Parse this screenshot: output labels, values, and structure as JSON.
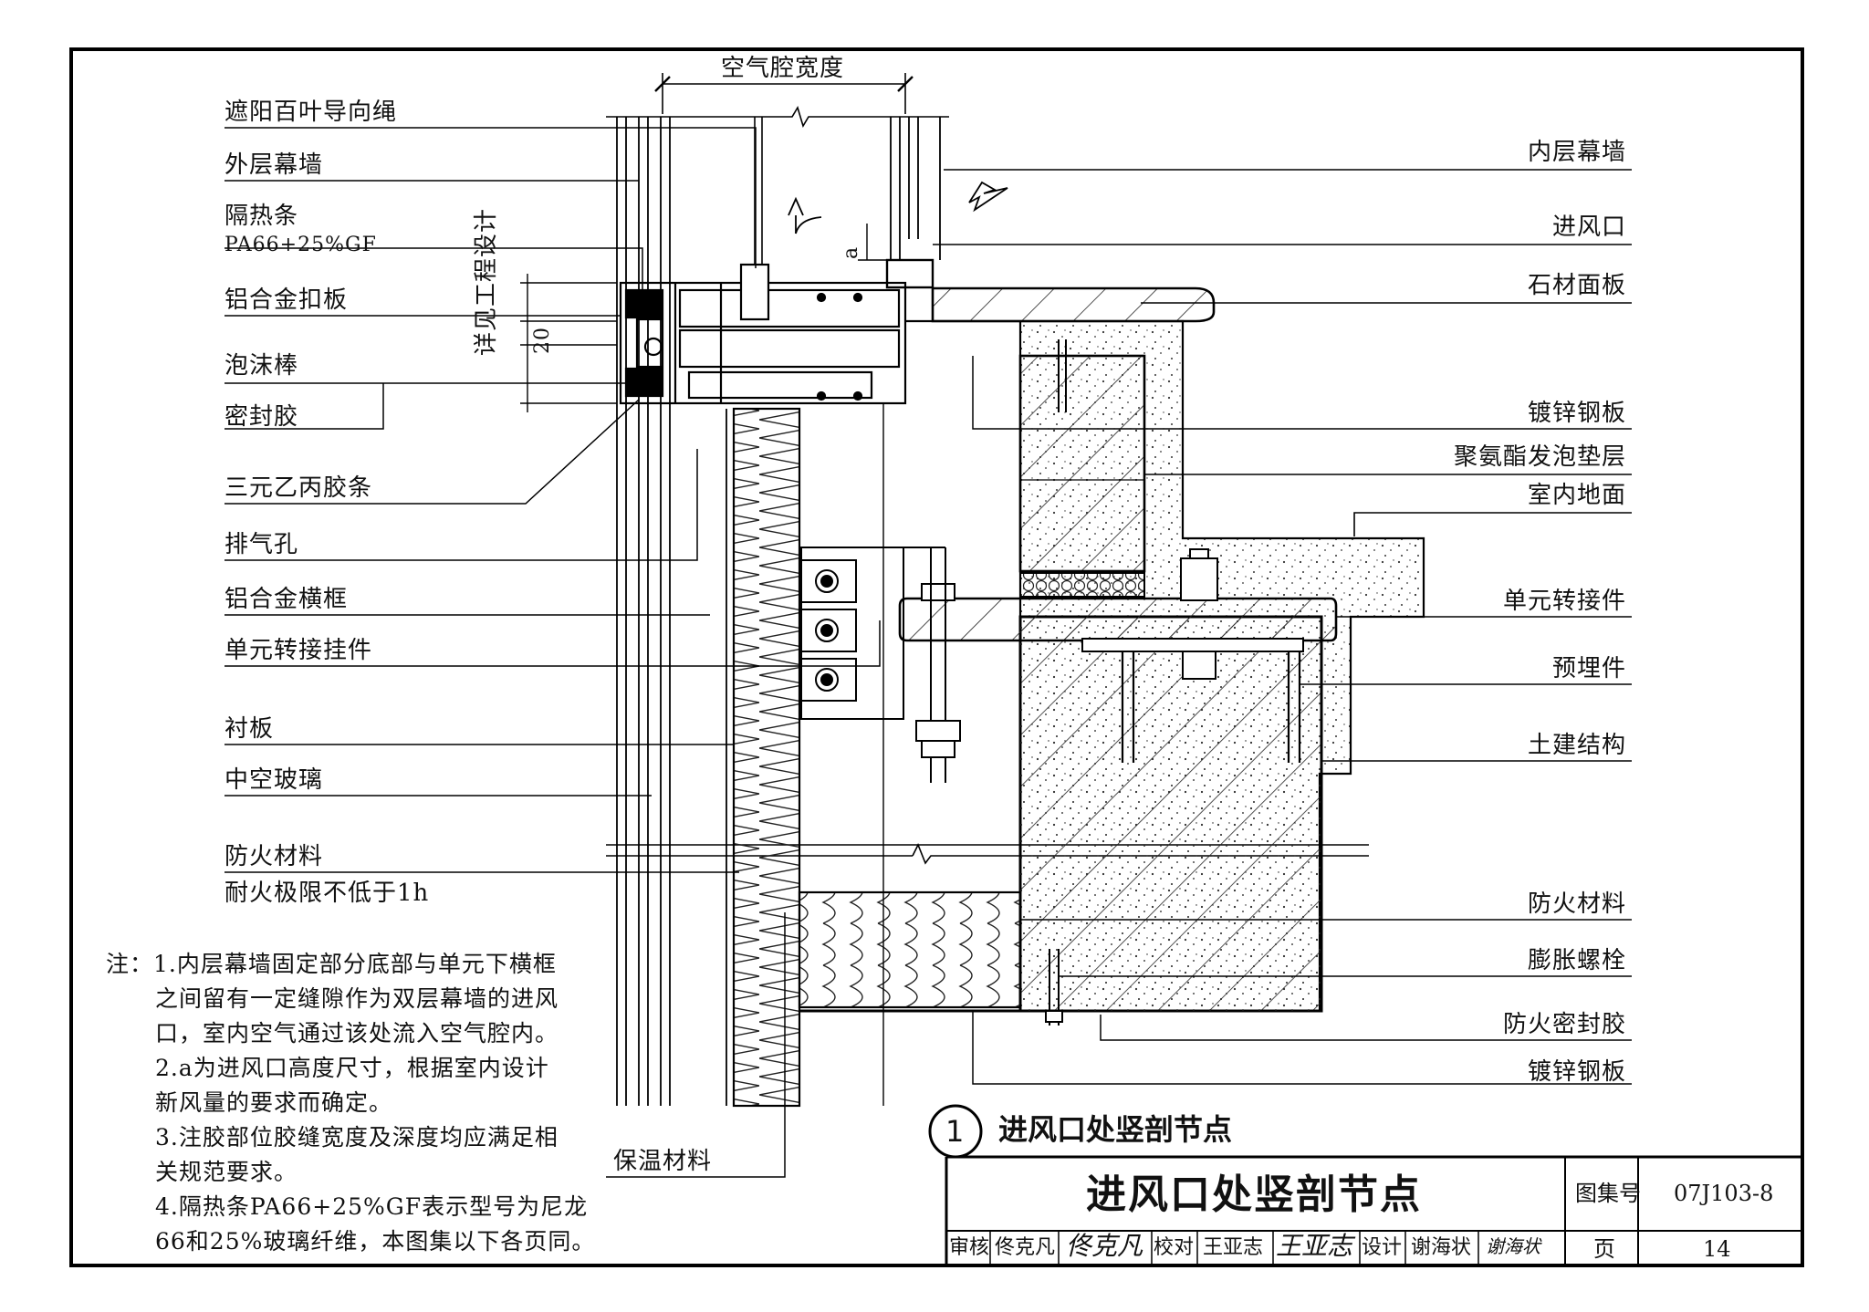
{
  "dimension": {
    "air_cavity_width": "空气腔宽度",
    "per_project": "详见工程设计",
    "gap_20": "20",
    "a": "a"
  },
  "left_labels": [
    "遮阳百叶导向绳",
    "外层幕墙",
    "隔热条",
    "PA66+25%GF",
    "铝合金扣板",
    "泡沫棒",
    "密封胶",
    "三元乙丙胶条",
    "排气孔",
    "铝合金横框",
    "单元转接挂件",
    "衬板",
    "中空玻璃",
    "防火材料",
    "耐火极限不低于1h",
    "保温材料"
  ],
  "right_labels": [
    "内层幕墙",
    "进风口",
    "石材面板",
    "镀锌钢板",
    "聚氨酯发泡垫层",
    "室内地面",
    "单元转接件",
    "预埋件",
    "土建结构",
    "防火材料",
    "膨胀螺栓",
    "防火密封胶",
    "镀锌钢板"
  ],
  "notes": [
    "注：1.内层幕墙固定部分底部与单元下横框",
    "之间留有一定缝隙作为双层幕墙的进风",
    "口，室内空气通过该处流入空气腔内。",
    "2.a为进风口高度尺寸，根据室内设计",
    "新风量的要求而确定。",
    "3.注胶部位胶缝宽度及深度均应满足相",
    "关规范要求。",
    "4.隔热条PA66+25%GF表示型号为尼龙",
    "66和25%玻璃纤维，本图集以下各页同。"
  ],
  "detail": {
    "number": "1",
    "title": "进风口处竖剖节点"
  },
  "title_block": {
    "title": "进风口处竖剖节点",
    "atlas_label": "图集号",
    "atlas_no": "07J103-8",
    "page_label": "页",
    "page_no": "14",
    "review_label": "审核",
    "reviewer": "佟克凡",
    "reviewer_sig": "佟克凡",
    "check_label": "校对",
    "checker": "王亚志",
    "checker_sig": "王亚志",
    "design_label": "设计",
    "designer": "谢海状",
    "designer_sig": "谢海状"
  }
}
